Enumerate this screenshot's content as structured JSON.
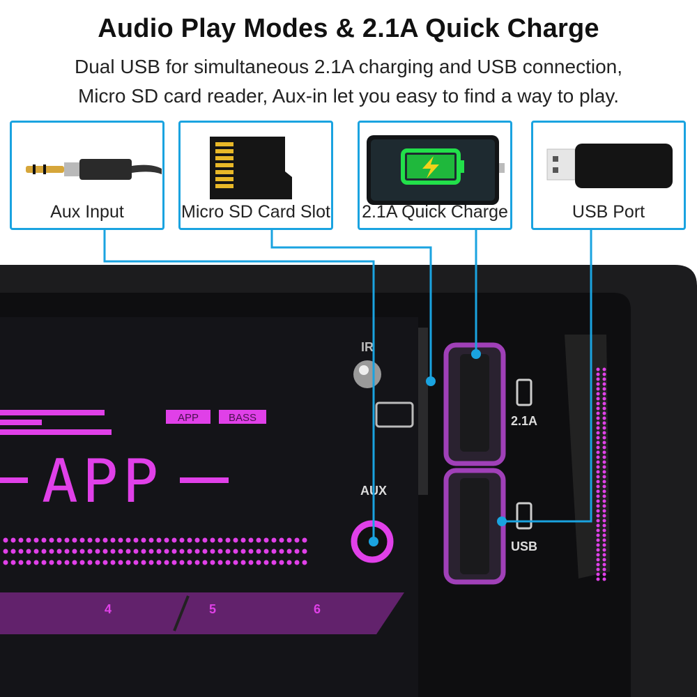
{
  "header": {
    "title": "Audio Play Modes & 2.1A Quick Charge",
    "subtitle_line1": "Dual USB for simultaneous 2.1A charging and USB connection,",
    "subtitle_line2": "Micro SD card reader, Aux-in let you easy to find a way to play."
  },
  "features": [
    {
      "label": "Aux Input",
      "icon": "aux-jack-cable-icon"
    },
    {
      "label": "Micro SD Card Slot",
      "icon": "micro-sd-card-icon"
    },
    {
      "label": "2.1A Quick Charge",
      "icon": "phone-charging-icon"
    },
    {
      "label": "USB Port",
      "icon": "usb-flash-drive-icon"
    }
  ],
  "device": {
    "display_tags": [
      "APP",
      "BASS"
    ],
    "display_text": "APP",
    "port_labels": {
      "ir": "IR",
      "aux": "AUX",
      "charge": "2.1A",
      "usb": "USB"
    },
    "preset_buttons": [
      "4",
      "5",
      "6"
    ]
  },
  "colors": {
    "accent": "#1aa3e0",
    "display": "#e040e8",
    "panel": "#1c1c1e"
  }
}
